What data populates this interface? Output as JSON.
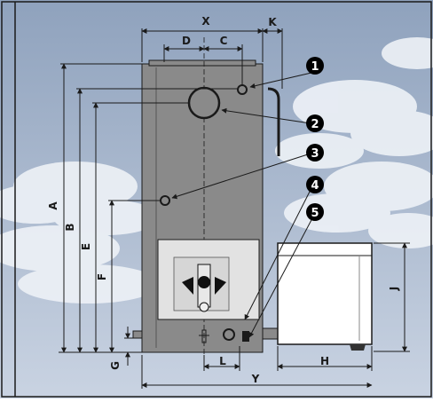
{
  "dimension_labels": {
    "x": "X",
    "k": "K",
    "d": "D",
    "c": "C",
    "a": "A",
    "b": "B",
    "e": "E",
    "f": "F",
    "g": "G",
    "l": "L",
    "h": "H",
    "y": "Y",
    "j": "J"
  },
  "callouts": [
    {
      "id": "1",
      "label": "1"
    },
    {
      "id": "2",
      "label": "2"
    },
    {
      "id": "3",
      "label": "3"
    },
    {
      "id": "4",
      "label": "4"
    },
    {
      "id": "5",
      "label": "5"
    }
  ],
  "colors": {
    "sky_top": "#8fa2bd",
    "sky_bottom": "#c9d3e2",
    "cloud": "#eef2f7",
    "boiler_body": "#8a8a8a",
    "boiler_window": "#e2e2e2",
    "tank": "#ffffff",
    "border": "#1a1a1a",
    "callout": "#000000"
  }
}
